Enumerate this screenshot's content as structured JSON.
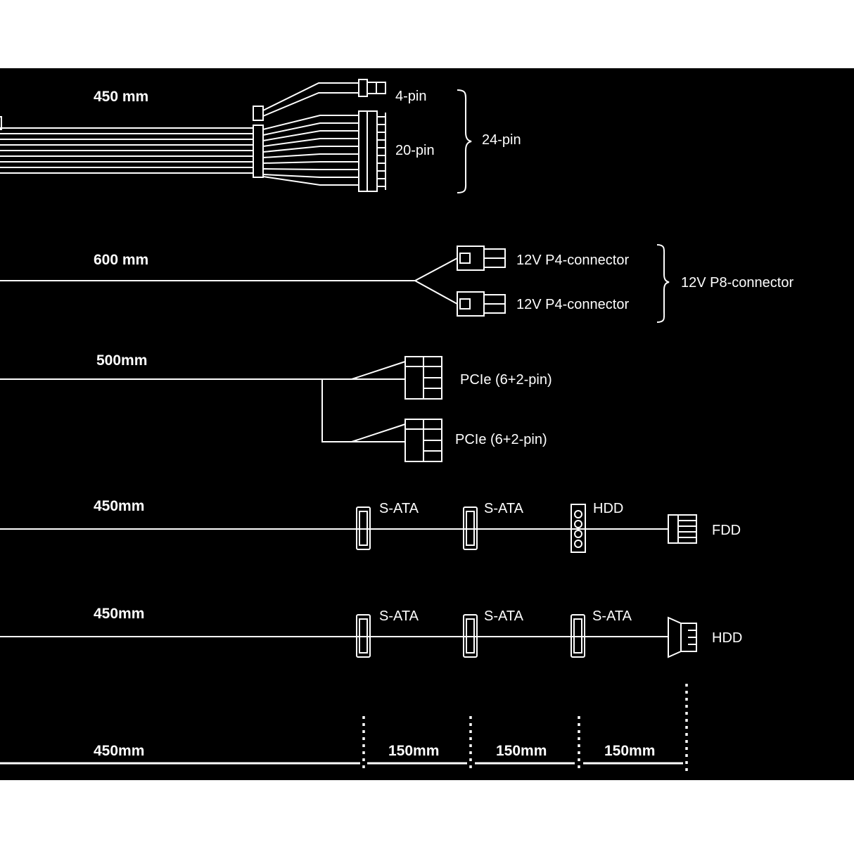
{
  "colors": {
    "background": "#000000",
    "line": "#ffffff"
  },
  "cable_atx": {
    "length": "450 mm",
    "pin4": "4-pin",
    "pin20": "20-pin",
    "combined": "24-pin"
  },
  "cable_cpu": {
    "length": "600 mm",
    "conn1": "12V P4-connector",
    "conn2": "12V P4-connector",
    "combined": "12V P8-connector"
  },
  "cable_pcie": {
    "length": "500mm",
    "conn1": "PCIe (6+2-pin)",
    "conn2": "PCIe (6+2-pin)"
  },
  "cable_sata_fdd": {
    "length": "450mm",
    "c1": "S-ATA",
    "c2": "S-ATA",
    "c3": "HDD",
    "c4": "FDD"
  },
  "cable_sata_hdd": {
    "length": "450mm",
    "c1": "S-ATA",
    "c2": "S-ATA",
    "c3": "S-ATA",
    "c4": "HDD"
  },
  "scale": {
    "seg0": "450mm",
    "seg1": "150mm",
    "seg2": "150mm",
    "seg3": "150mm"
  }
}
